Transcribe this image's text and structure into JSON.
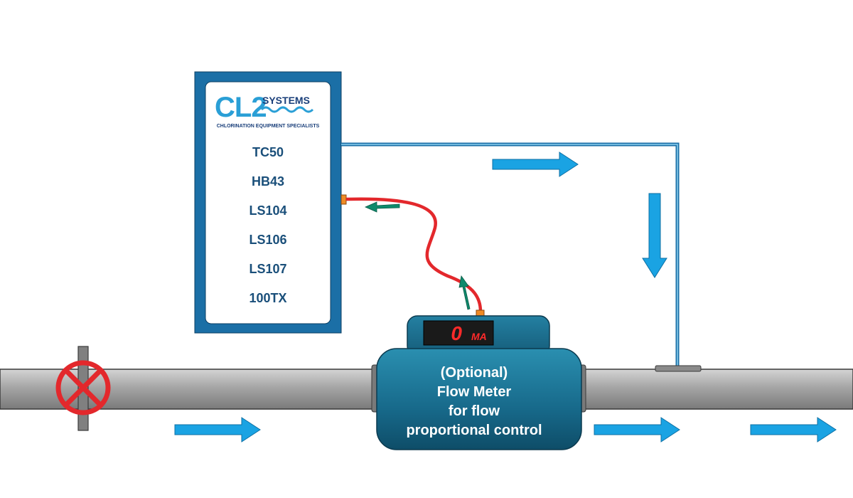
{
  "controller": {
    "brand_main": "CL2",
    "brand_systems": "SYSTEMS",
    "brand_tagline": "CHLORINATION EQUIPMENT SPECIALISTS",
    "models": [
      "TC50",
      "HB43",
      "LS104",
      "LS106",
      "LS107",
      "100TX"
    ]
  },
  "flow_meter": {
    "display_value": "0",
    "display_unit": "MA",
    "label_lines": [
      "(Optional)",
      "Flow Meter",
      "for flow",
      "proportional control"
    ]
  },
  "colors": {
    "panel_blue": "#1b6fa6",
    "model_text": "#1a4f7a",
    "arrow_blue": "#1aa3e3",
    "signal_arrow_green": "#0f8a6c",
    "signal_cable_red": "#e3282c",
    "valve_red": "#e3282c",
    "display_digits_red": "#ff2a2a",
    "meter_teal": "#1b6f8a",
    "pipe_gray": "#a6a6a6"
  },
  "icons": {
    "valve": "closed-valve-x-icon",
    "flow_arrow": "right-arrow-icon",
    "down_arrow": "down-arrow-icon",
    "signal_arrow": "signal-arrow-icon"
  }
}
